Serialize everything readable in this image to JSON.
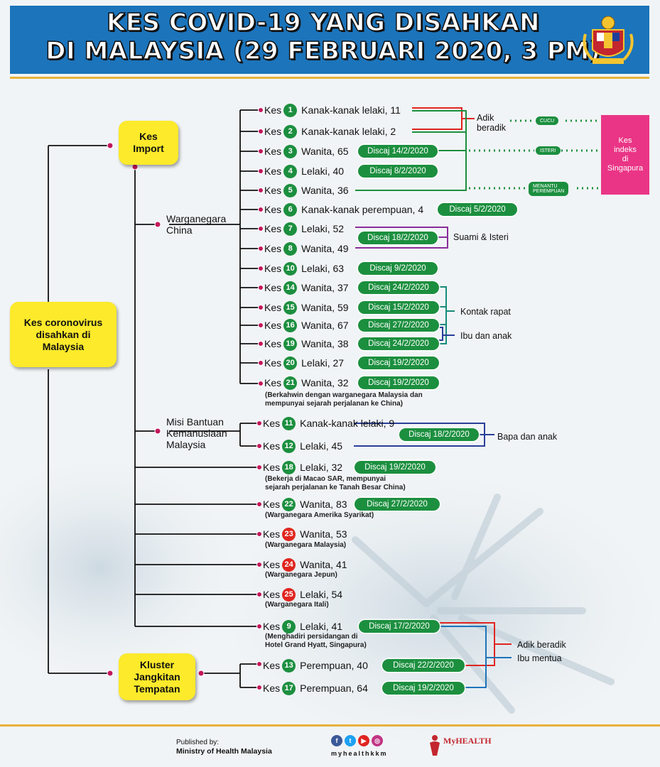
{
  "header": {
    "title_line1": "KES COVID-19 YANG DISAHKAN",
    "title_line2": "DI MALAYSIA (29 FEBRUARI 2020, 3 PM)"
  },
  "root": "Kes coronovirus\ndisahkan di\nMalaysia",
  "import": "Kes\nImport",
  "kluster": "Kluster\nJangkitan\nTempatan",
  "categories": {
    "china": "Warganegara\nChina",
    "misi": "Misi Bantuan\nKemanusiaan\nMalaysia"
  },
  "kes_word": "Kes",
  "cases": [
    {
      "n": "1",
      "t": "Kanak-kanak lelaki, 11"
    },
    {
      "n": "2",
      "t": "Kanak-kanak lelaki, 2"
    },
    {
      "n": "3",
      "t": "Wanita, 65",
      "d": "Discaj 14/2/2020"
    },
    {
      "n": "4",
      "t": "Lelaki, 40",
      "d": "Discaj 8/2/2020"
    },
    {
      "n": "5",
      "t": "Wanita, 36"
    },
    {
      "n": "6",
      "t": "Kanak-kanak perempuan, 4",
      "d": "Discaj 5/2/2020"
    },
    {
      "n": "7",
      "t": "Lelaki, 52"
    },
    {
      "n": "8",
      "t": "Wanita, 49"
    },
    {
      "n": "10",
      "t": "Lelaki, 63",
      "d": "Discaj 9/2/2020"
    },
    {
      "n": "14",
      "t": "Wanita, 37",
      "d": "Discaj 24/2/2020"
    },
    {
      "n": "15",
      "t": "Wanita, 59",
      "d": "Discaj 15/2/2020"
    },
    {
      "n": "16",
      "t": "Wanita, 67",
      "d": "Discaj 27/2/2020"
    },
    {
      "n": "19",
      "t": "Wanita, 38",
      "d": "Discaj 24/2/2020"
    },
    {
      "n": "20",
      "t": "Lelaki, 27",
      "d": "Discaj 19/2/2020"
    },
    {
      "n": "21",
      "t": "Wanita, 32",
      "d": "Discaj 19/2/2020"
    },
    {
      "n": "11",
      "t": "Kanak-kanak lelaki, 9"
    },
    {
      "n": "12",
      "t": "Lelaki, 45"
    },
    {
      "n": "18",
      "t": "Lelaki, 32",
      "d": "Discaj 19/2/2020"
    },
    {
      "n": "22",
      "t": "Wanita, 83",
      "d": "Discaj 27/2/2020"
    },
    {
      "n": "23",
      "t": "Wanita, 53"
    },
    {
      "n": "24",
      "t": "Wanita, 41"
    },
    {
      "n": "25",
      "t": "Lelaki, 54"
    },
    {
      "n": "9",
      "t": "Lelaki, 41",
      "d": "Discaj 17/2/2020"
    },
    {
      "n": "13",
      "t": "Perempuan, 40",
      "d": "Discaj 22/2/2020"
    },
    {
      "n": "17",
      "t": "Perempuan, 64",
      "d": "Discaj 19/2/2020"
    }
  ],
  "shared_discaj": {
    "kes7_8": "Discaj 18/2/2020",
    "kes11_12": "Discaj 18/2/2020"
  },
  "notes": {
    "kes21": "(Berkahwin dengan warganegara Malaysia dan\nmempunyai sejarah perjalanan ke China)",
    "kes18": "(Bekerja di Macao SAR, mempunyai\nsejarah perjalanan ke Tanah Besar China)",
    "kes22": "(Warganegara Amerika Syarikat)",
    "kes23": "(Warganegara Malaysia)",
    "kes24": "(Warganegara Jepun)",
    "kes25": "(Warganegara Itali)",
    "kes9": "(Menghadiri persidangan di\nHotel Grand Hyatt, Singapura)"
  },
  "relations": {
    "adik_beradik": "Adik\nberadik",
    "suami_isteri": "Suami & Isteri",
    "kontak_rapat": "Kontak rapat",
    "ibu_anak": "Ibu dan anak",
    "bapa_anak": "Bapa dan anak",
    "adik_beradik2": "Adik beradik",
    "ibu_mentua": "Ibu mentua"
  },
  "badges": {
    "cucu": "CUCU",
    "isteri": "ISTERI",
    "menantu": "MENANTU\nPEREMPUAN"
  },
  "index_case": "Kes\nindeks\ndi\nSingapura",
  "footer": {
    "published_by": "Published by:",
    "ministry": "Ministry of Health Malaysia",
    "handle": "myhealthkkm",
    "brand": "MyHEALTH"
  },
  "colors": {
    "blue": "#1c74bb",
    "yellow": "#fcea2b",
    "green": "#1c8f3f",
    "red": "#e0251f",
    "pink": "#ea3586",
    "purple": "#8a2c9a",
    "teal": "#168a7a",
    "navy": "#2a3f9a"
  },
  "icons": [
    "crest-icon",
    "facebook-icon",
    "twitter-icon",
    "youtube-icon",
    "instagram-icon",
    "myhealth-icon"
  ]
}
